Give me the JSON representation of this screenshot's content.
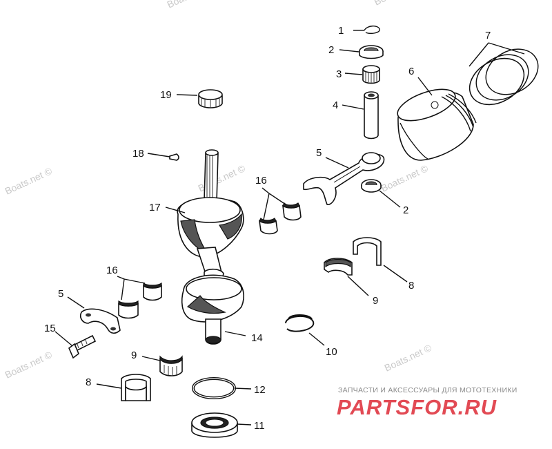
{
  "callouts": [
    {
      "id": "1",
      "text": "1"
    },
    {
      "id": "2a",
      "text": "2"
    },
    {
      "id": "3",
      "text": "3"
    },
    {
      "id": "4",
      "text": "4"
    },
    {
      "id": "5a",
      "text": "5"
    },
    {
      "id": "6",
      "text": "6"
    },
    {
      "id": "7",
      "text": "7"
    },
    {
      "id": "2b",
      "text": "2"
    },
    {
      "id": "19",
      "text": "19"
    },
    {
      "id": "18",
      "text": "18"
    },
    {
      "id": "17",
      "text": "17"
    },
    {
      "id": "16a",
      "text": "16"
    },
    {
      "id": "16b",
      "text": "16"
    },
    {
      "id": "5b",
      "text": "5"
    },
    {
      "id": "15",
      "text": "15"
    },
    {
      "id": "14",
      "text": "14"
    },
    {
      "id": "9a",
      "text": "9"
    },
    {
      "id": "8a",
      "text": "8"
    },
    {
      "id": "9b",
      "text": "9"
    },
    {
      "id": "8b",
      "text": "8"
    },
    {
      "id": "10",
      "text": "10"
    },
    {
      "id": "12",
      "text": "12"
    },
    {
      "id": "11",
      "text": "11"
    }
  ],
  "watermarks": [
    "Boats.net ©",
    "Boats.net ©",
    "Boats.net ©",
    "Boats.net ©",
    "Boats.net ©",
    "Boats.net ©",
    "Boats.net ©"
  ],
  "brand": {
    "tagline": "ЗАПЧАСТИ И АКСЕССУАРЫ ДЛЯ МОТОТЕХНИКИ",
    "name": "PARTSFOR.RU"
  }
}
